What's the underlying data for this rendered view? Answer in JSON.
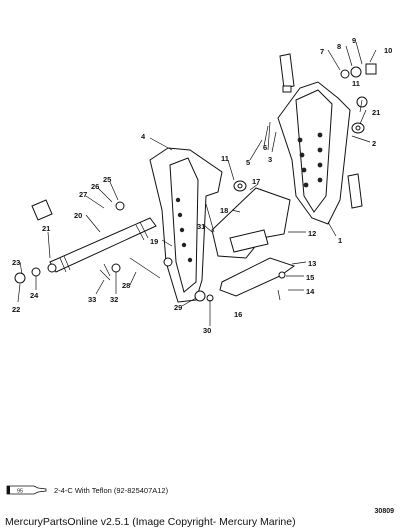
{
  "callouts": [
    "1",
    "2",
    "3",
    "4",
    "5",
    "6",
    "7",
    "8",
    "9",
    "10",
    "11",
    "11",
    "12",
    "13",
    "14",
    "15",
    "16",
    "17",
    "18",
    "19",
    "20",
    "21",
    "21",
    "22",
    "23",
    "24",
    "25",
    "26",
    "27",
    "28",
    "29",
    "30",
    "31",
    "32",
    "33"
  ],
  "legend": {
    "tube_label": "95",
    "text": "2-4-C With Teflon (92-825407A12)"
  },
  "figure_number": "30809",
  "footer": "MercuryPartsOnline v2.5.1 (Image Copyright- Mercury Marine)"
}
